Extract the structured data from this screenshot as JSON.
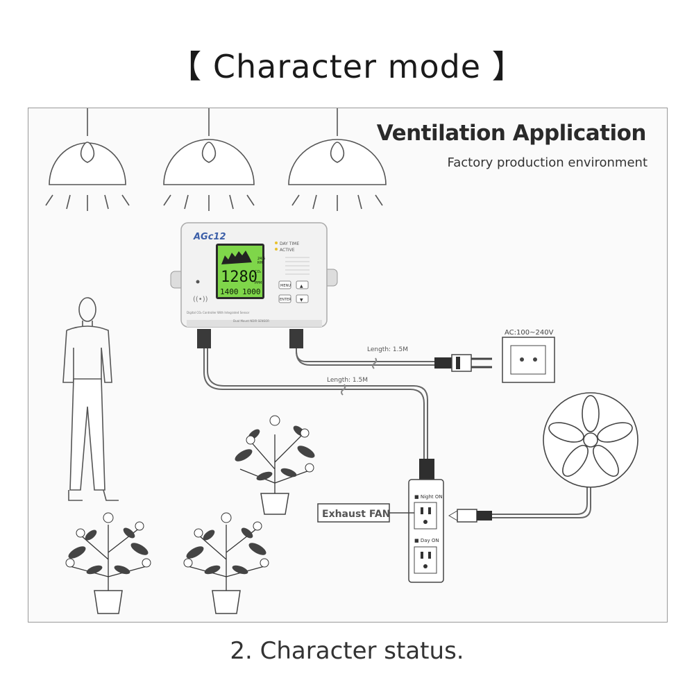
{
  "header": {
    "title": "【 Character mode 】"
  },
  "diagram": {
    "title": "Ventilation Application",
    "subtitle": "Factory production environment",
    "device": {
      "brand": "AGc12",
      "lcd_value": "1280",
      "lcd_unit_top": "CO₂",
      "lcd_unit_bottom": "PPM",
      "lcd_left": "1400",
      "lcd_right": "1000",
      "lcd_corner": "24.5",
      "lcd_rh": "RH",
      "status_day": "DAY TIME",
      "status_active": "ACTIVE",
      "btn_menu": "MENU",
      "btn_up": "▲",
      "btn_enter": "ENTER",
      "btn_down": "▼",
      "model_line": "Digital CO₂ Controller With Integrated Sensor",
      "brand_line": "Dual Mount NDIR SENSOR"
    },
    "cable_top": "Length: 1.5M",
    "cable_bottom": "Length: 1.5M",
    "outlet_label": "AC:100~240V",
    "fan_label": "Exhaust FAN",
    "colors": {
      "lcd_bg": "#7fd64a",
      "lcd_text": "#0d1a08",
      "line": "#444444",
      "device": "#f2f2f2"
    }
  },
  "caption": "2. Character status."
}
